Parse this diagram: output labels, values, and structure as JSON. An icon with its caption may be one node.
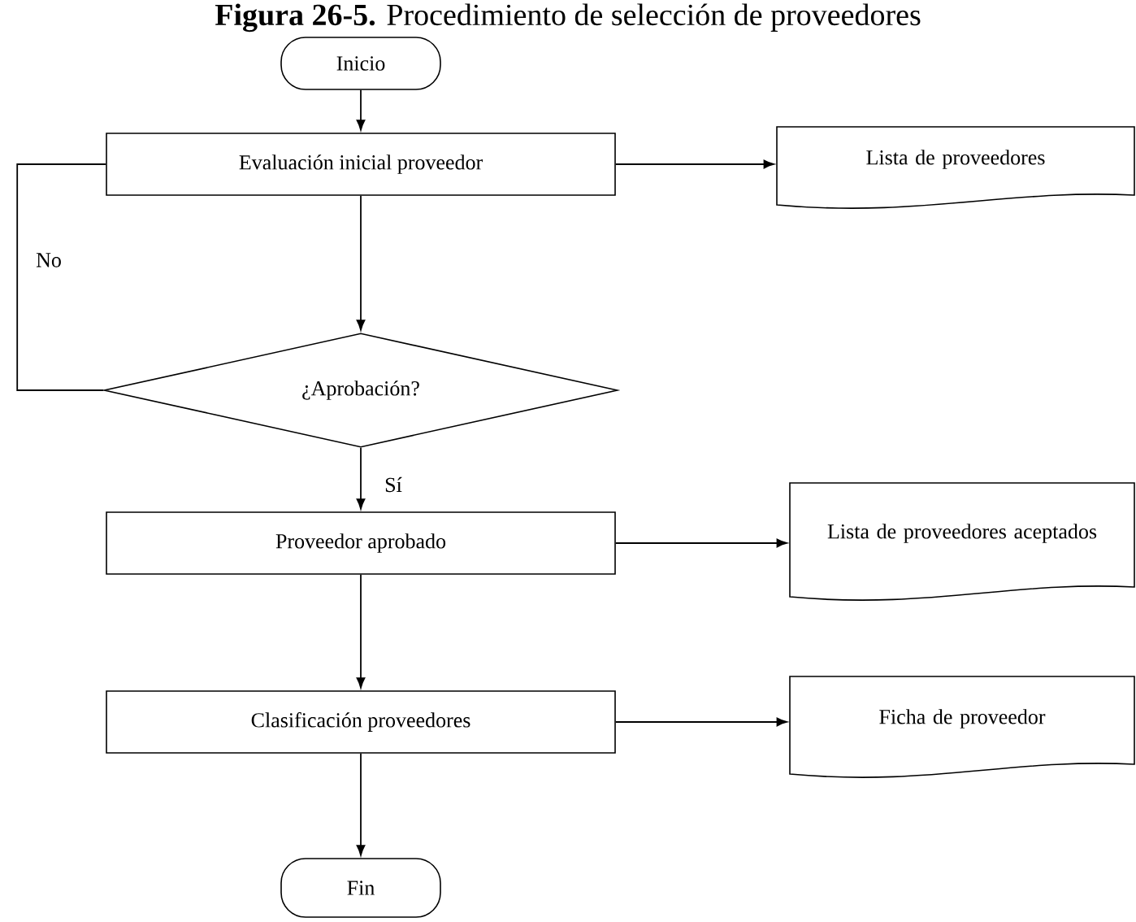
{
  "diagram": {
    "title": "**Figura 26-5.** Procedimiento de selección de proveedores",
    "nodes": [
      {
        "text": [
          "Inicio"
        ]
      },
      {
        "text": [
          "Evaluación inicial proveedor"
        ]
      },
      {
        "text": [
          "Lista de proveedores"
        ]
      },
      {
        "text": [
          "¿Aprobación?"
        ]
      },
      {
        "text": [
          "Proveedor aprobado"
        ]
      },
      {
        "text": [
          "Lista de proveedores aceptados"
        ]
      },
      {
        "text": [
          "Clasificación proveedores"
        ]
      },
      {
        "text": [
          "Ficha de proveedor"
        ]
      },
      {
        "text": [
          "Fin"
        ]
      }
    ],
    "edges": [
      {
        "from": 0,
        "to": 1,
        "arrow": "to"
      },
      {
        "from": 1,
        "to": 2,
        "arrow": "to"
      },
      {
        "from": 1,
        "to": 3,
        "arrow": "to"
      },
      {
        "from": 3,
        "to": 1,
        "arrow": "none",
        "label": "No"
      },
      {
        "from": 3,
        "to": 4,
        "arrow": "to",
        "label": "Sí"
      },
      {
        "from": 4,
        "to": 5,
        "arrow": "to"
      },
      {
        "from": 4,
        "to": 6,
        "arrow": "to"
      },
      {
        "from": 6,
        "to": 7,
        "arrow": "to"
      },
      {
        "from": 6,
        "to": 8,
        "arrow": "to"
      }
    ]
  }
}
